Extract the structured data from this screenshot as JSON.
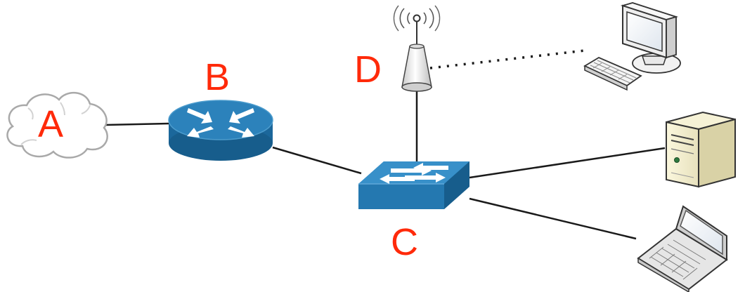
{
  "labels": {
    "internet": "A",
    "router": "B",
    "switch": "C",
    "access_point": "D"
  },
  "colors": {
    "label": "#ff2a0a",
    "device_blue": "#2478b0",
    "device_blue_dark": "#175d8c",
    "link": "#1a1a1a",
    "cloud_fill": "#ffffff",
    "cloud_stroke": "#aaaaaa",
    "server_beige": "#eee9c8"
  },
  "icons": {
    "internet": "cloud-icon",
    "router": "router-icon",
    "switch": "switch-icon",
    "access_point": "wireless-access-point-icon",
    "desktop": "desktop-computer-icon",
    "server": "server-tower-icon",
    "laptop": "laptop-icon"
  },
  "links": [
    {
      "from": "internet",
      "to": "router",
      "type": "wired"
    },
    {
      "from": "router",
      "to": "switch",
      "type": "wired"
    },
    {
      "from": "access_point",
      "to": "switch",
      "type": "wired"
    },
    {
      "from": "switch",
      "to": "server",
      "type": "wired"
    },
    {
      "from": "switch",
      "to": "laptop",
      "type": "wired"
    },
    {
      "from": "access_point",
      "to": "desktop",
      "type": "wireless"
    }
  ]
}
